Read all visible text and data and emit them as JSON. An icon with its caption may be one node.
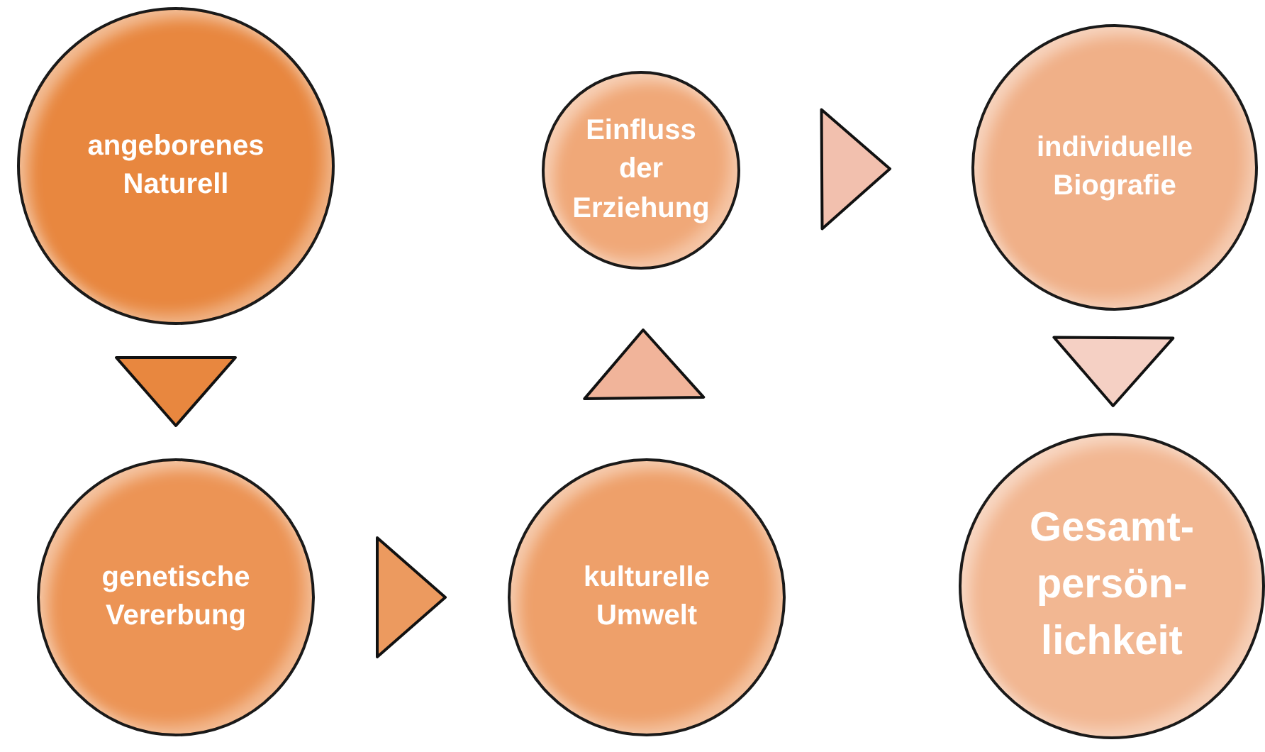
{
  "diagram": {
    "nodes": [
      {
        "text": [
          "angeborenes Naturell"
        ]
      },
      {
        "text": [
          "genetische Vererbung"
        ]
      },
      {
        "text": [
          "kulturelle Umwelt"
        ]
      },
      {
        "text": [
          "Einfluss der Erziehung"
        ]
      },
      {
        "text": [
          "individuelle Biografie"
        ]
      },
      {
        "text": [
          "Gesamt- persön- lichkeit"
        ]
      }
    ],
    "edges": [
      {
        "from": 0,
        "to": 1,
        "arrow": "to",
        "color": "#e8873f"
      },
      {
        "from": 1,
        "to": 2,
        "arrow": "to",
        "color": "#ec9a5f"
      },
      {
        "from": 2,
        "to": 3,
        "arrow": "to",
        "color": "#f1b49a"
      },
      {
        "from": 3,
        "to": 4,
        "arrow": "to",
        "color": "#f2c0ae"
      },
      {
        "from": 4,
        "to": 5,
        "arrow": "to",
        "color": "#f5d0c4"
      }
    ]
  }
}
